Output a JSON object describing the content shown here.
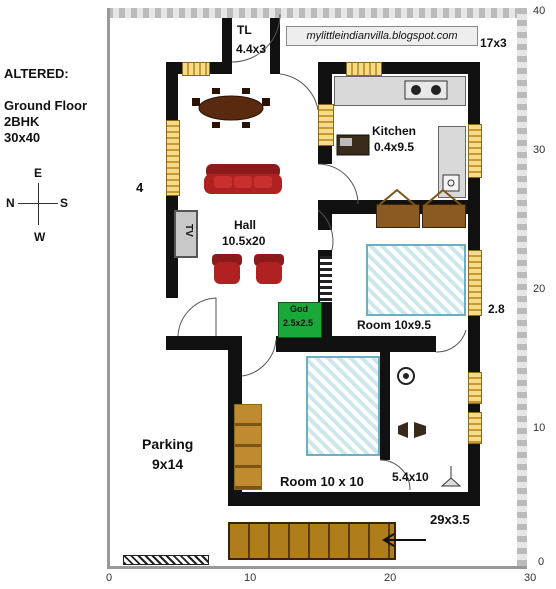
{
  "notes": {
    "altered": "ALTERED:",
    "floor": "Ground Floor",
    "bhk": "2BHK",
    "plot": "30x40",
    "side_dim": "4"
  },
  "compass": {
    "n": "N",
    "e": "E",
    "s": "S",
    "w": "W"
  },
  "blog": "mylittleindianvilla.blogspot.com",
  "rooms": {
    "toilet_name": "TL",
    "toilet_dim": "4.4x3",
    "top_right_dim": "17x3",
    "kitchen_name": "Kitchen",
    "kitchen_dim": "0.4x9.5",
    "hall_name": "Hall",
    "hall_dim": "10.5x20",
    "god_name": "God",
    "god_dim": "2.5x2.5",
    "room1": "Room  10x9.5",
    "room2": "Room 10 x 10",
    "gap_dim": "2.8",
    "small_dim": "5.4x10",
    "parking_name": "Parking",
    "parking_dim": "9x14",
    "steps_dim": "29x3.5"
  },
  "furniture": {
    "tv": "TV"
  },
  "axis": {
    "x_ticks": [
      "0",
      "10",
      "20",
      "30"
    ],
    "y_ticks": [
      "40",
      "30",
      "20",
      "10",
      "0"
    ]
  },
  "colors": {
    "wall": "#111111",
    "god_room": "#1aa83a",
    "window": "#f5dc8a",
    "staircase": "#b07d1c"
  }
}
